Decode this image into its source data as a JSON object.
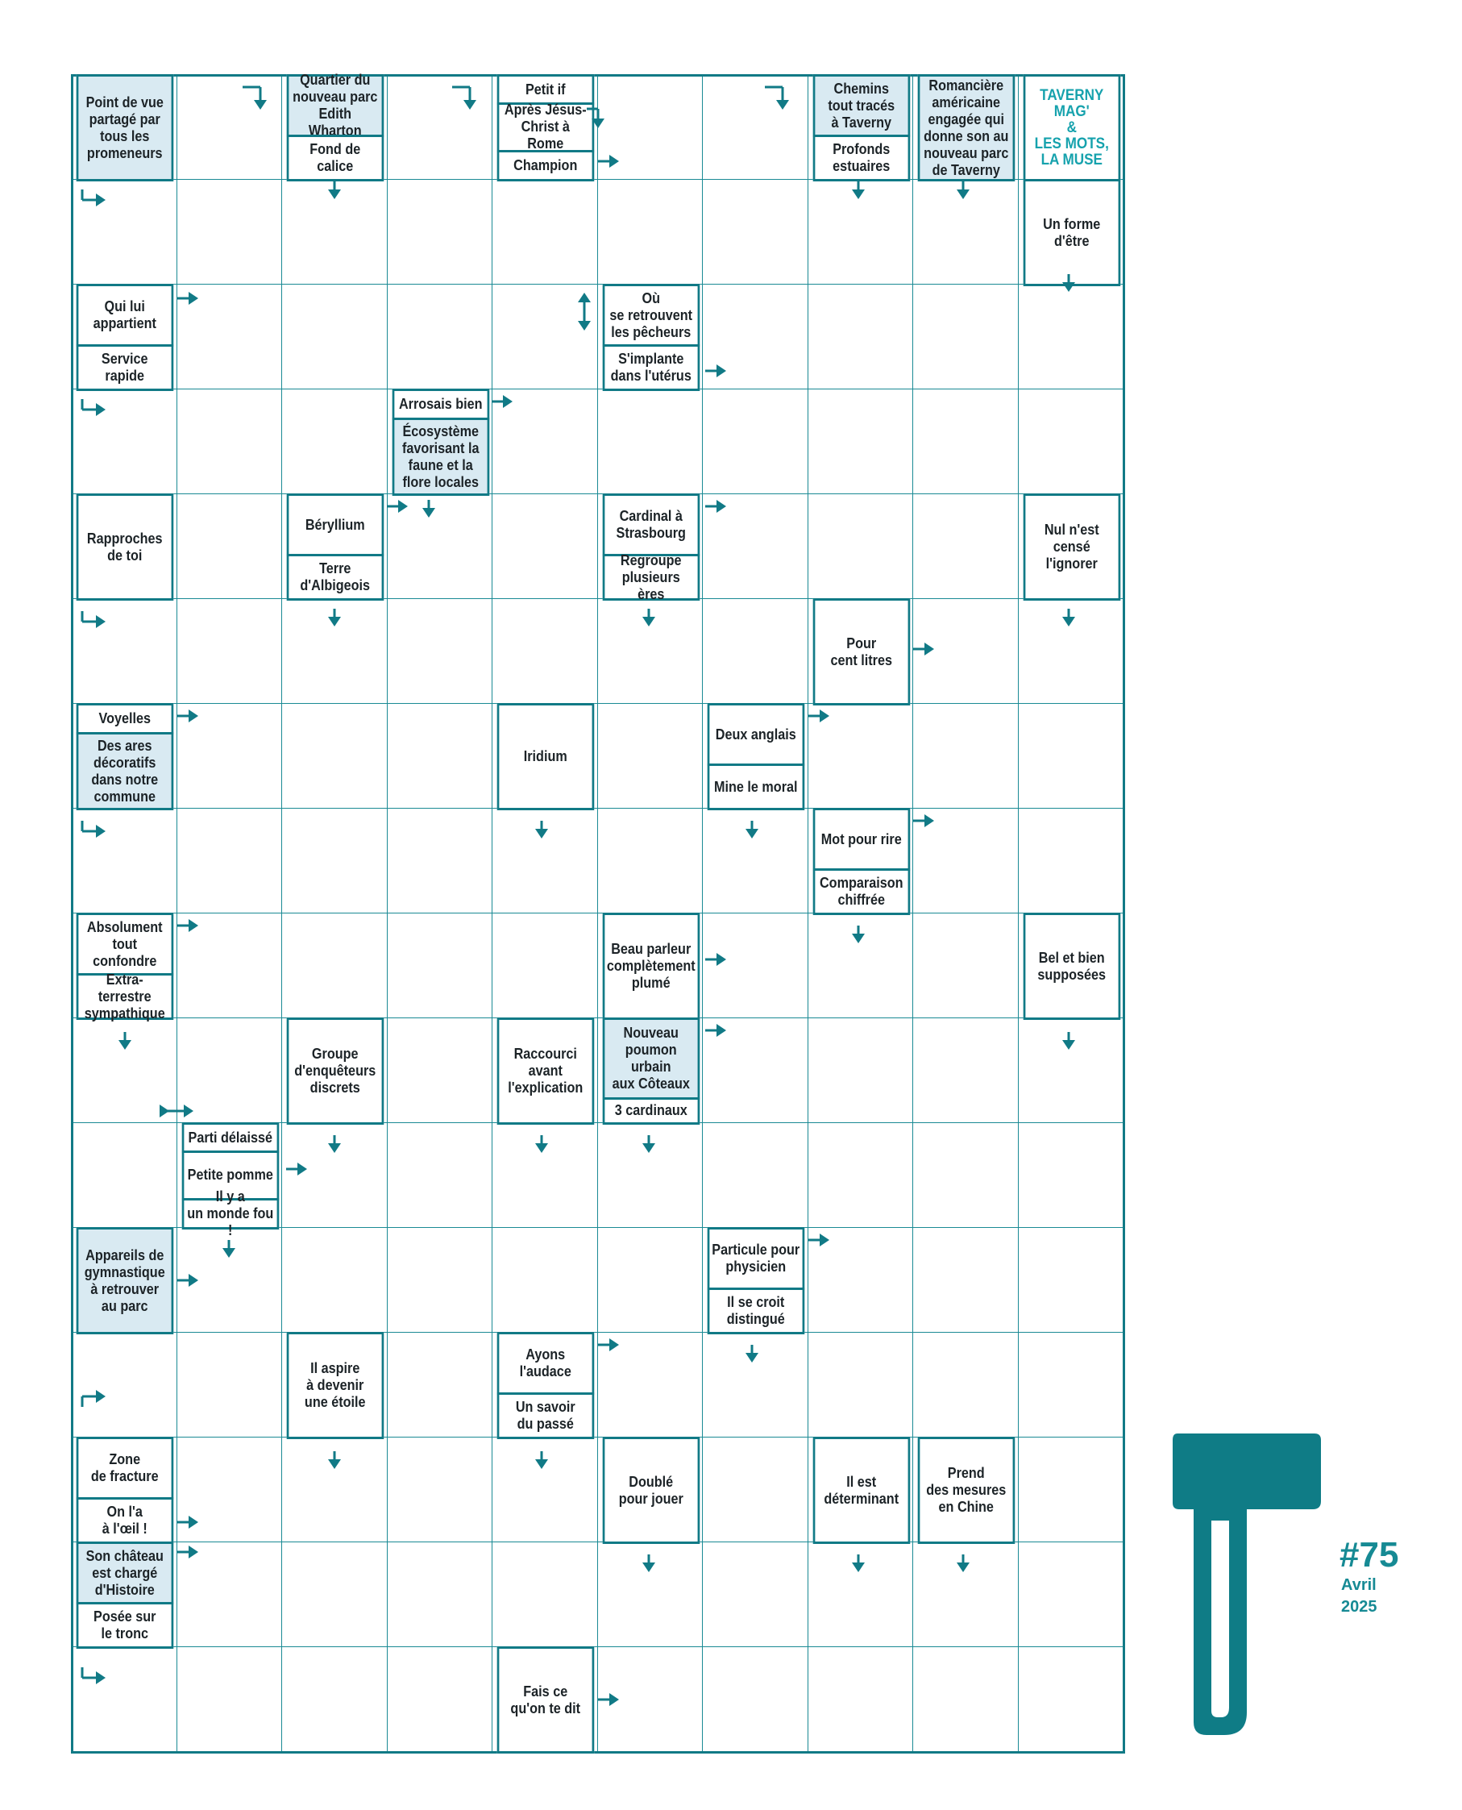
{
  "puzzle": {
    "title": "TAVERNY\nMAG'\n&\nLES MOTS,\nLA MUSE",
    "issue": "#75",
    "month": "Avril",
    "year": "2025",
    "clues": [
      {
        "row": 0,
        "col": 0,
        "text": "Point de vue\npartagé par\ntous les\npromeneurs",
        "hl": true
      },
      {
        "row": 0,
        "col": 2,
        "text": "Quartier du\nnouveau parc\nEdith Wharton",
        "hl": true,
        "part": "top"
      },
      {
        "row": 0,
        "col": 2,
        "text": "Fond de calice",
        "part": "bottom"
      },
      {
        "row": 0,
        "col": 4,
        "text": "Petit if",
        "part": "t3"
      },
      {
        "row": 0,
        "col": 4,
        "text": "Après Jésus-\nChrist à Rome",
        "part": "m3"
      },
      {
        "row": 0,
        "col": 4,
        "text": "Champion",
        "part": "b3"
      },
      {
        "row": 0,
        "col": 7,
        "text": "Chemins\ntout tracés\nà Taverny",
        "hl": true,
        "part": "top"
      },
      {
        "row": 0,
        "col": 7,
        "text": "Profonds\nestuaires",
        "part": "bottom"
      },
      {
        "row": 0,
        "col": 8,
        "text": "Romancière\naméricaine\nengagée qui\ndonne son au\nnouveau parc\nde Taverny",
        "hl": true
      },
      {
        "row": 1,
        "col": 9,
        "text": "Un forme\nd'être"
      },
      {
        "row": 2,
        "col": 0,
        "text": "Qui lui\nappartient",
        "part": "top"
      },
      {
        "row": 2,
        "col": 0,
        "text": "Service\nrapide",
        "part": "bottom"
      },
      {
        "row": 2,
        "col": 5,
        "text": "Où\nse retrouvent\nles pêcheurs",
        "part": "top"
      },
      {
        "row": 2,
        "col": 5,
        "text": "S'implante\ndans l'utérus",
        "part": "bottom"
      },
      {
        "row": 3,
        "col": 3,
        "text": "Arrosais bien",
        "part": "t1"
      },
      {
        "row": 3,
        "col": 3,
        "text": "Écosystème\nfavorisant la\nfaune et la\nflore locales",
        "hl": true,
        "part": "b1"
      },
      {
        "row": 4,
        "col": 0,
        "text": "Rapproches\nde toi"
      },
      {
        "row": 4,
        "col": 2,
        "text": "Béryllium",
        "part": "top"
      },
      {
        "row": 4,
        "col": 2,
        "text": "Terre\nd'Albigeois",
        "part": "bottom"
      },
      {
        "row": 4,
        "col": 5,
        "text": "Cardinal à\nStrasbourg",
        "part": "top"
      },
      {
        "row": 4,
        "col": 5,
        "text": "Regroupe\nplusieurs ères",
        "part": "bottom"
      },
      {
        "row": 4,
        "col": 9,
        "text": "Nul n'est\ncensé\nl'ignorer"
      },
      {
        "row": 5,
        "col": 7,
        "text": "Pour\ncent litres"
      },
      {
        "row": 6,
        "col": 0,
        "text": "Voyelles",
        "part": "t1"
      },
      {
        "row": 6,
        "col": 0,
        "text": "Des ares\ndécoratifs\ndans notre\ncommune",
        "hl": true,
        "part": "b1"
      },
      {
        "row": 6,
        "col": 4,
        "text": "Iridium"
      },
      {
        "row": 6,
        "col": 6,
        "text": "Deux anglais",
        "part": "top"
      },
      {
        "row": 6,
        "col": 6,
        "text": "Mine le moral",
        "part": "bottom"
      },
      {
        "row": 7,
        "col": 7,
        "text": "Mot pour rire",
        "part": "top"
      },
      {
        "row": 7,
        "col": 7,
        "text": "Comparaison\nchiffrée",
        "part": "bottom"
      },
      {
        "row": 8,
        "col": 0,
        "text": "Absolument\ntout confondre",
        "part": "top"
      },
      {
        "row": 8,
        "col": 0,
        "text": "Extra-terrestre\nsympathique",
        "part": "bottom"
      },
      {
        "row": 8,
        "col": 5,
        "text": "Beau parleur\ncomplètement\nplumé"
      },
      {
        "row": 8,
        "col": 9,
        "text": "Bel et bien\nsupposées"
      },
      {
        "row": 9,
        "col": 2,
        "text": "Groupe\nd'enquêteurs\ndiscrets"
      },
      {
        "row": 9,
        "col": 4,
        "text": "Raccourci\navant\nl'explication"
      },
      {
        "row": 9,
        "col": 5,
        "text": "Nouveau\npoumon\nurbain\naux Côteaux",
        "hl": true,
        "part": "b1r"
      },
      {
        "row": 9,
        "col": 5,
        "text": "3 cardinaux",
        "part": "t1r"
      },
      {
        "row": 10,
        "col": 1,
        "text": "Parti délaissé",
        "part": "t3"
      },
      {
        "row": 10,
        "col": 1,
        "text": "Petite pomme",
        "part": "m3"
      },
      {
        "row": 10,
        "col": 1,
        "text": "Il y a\nun monde fou !",
        "part": "b3"
      },
      {
        "row": 11,
        "col": 0,
        "text": "Appareils de\ngymnastique\nà retrouver\nau parc",
        "hl": true
      },
      {
        "row": 11,
        "col": 6,
        "text": "Particule pour\nphysicien",
        "part": "top"
      },
      {
        "row": 11,
        "col": 6,
        "text": "Il se croit\ndistingué",
        "part": "bottom"
      },
      {
        "row": 12,
        "col": 2,
        "text": "Il aspire\nà devenir\nune étoile"
      },
      {
        "row": 12,
        "col": 4,
        "text": "Ayons\nl'audace",
        "part": "top"
      },
      {
        "row": 12,
        "col": 4,
        "text": "Un savoir\ndu passé",
        "part": "bottom"
      },
      {
        "row": 13,
        "col": 0,
        "text": "Zone\nde fracture",
        "part": "top"
      },
      {
        "row": 13,
        "col": 0,
        "text": "On l'a\nà l'œil !",
        "part": "bottom"
      },
      {
        "row": 13,
        "col": 5,
        "text": "Doublé\npour jouer"
      },
      {
        "row": 13,
        "col": 7,
        "text": "Il est\ndéterminant"
      },
      {
        "row": 13,
        "col": 8,
        "text": "Prend\ndes mesures\nen Chine"
      },
      {
        "row": 14,
        "col": 0,
        "text": "Son château\nest chargé\nd'Histoire",
        "hl": true,
        "part": "top"
      },
      {
        "row": 14,
        "col": 0,
        "text": "Posée sur\nle tronc",
        "part": "bottom"
      },
      {
        "row": 15,
        "col": 4,
        "text": "Fais ce\nqu'on te dit"
      }
    ]
  },
  "colors": {
    "teal": "#117a86",
    "highlight": "#d9eaf2",
    "title": "#16a2ad"
  }
}
